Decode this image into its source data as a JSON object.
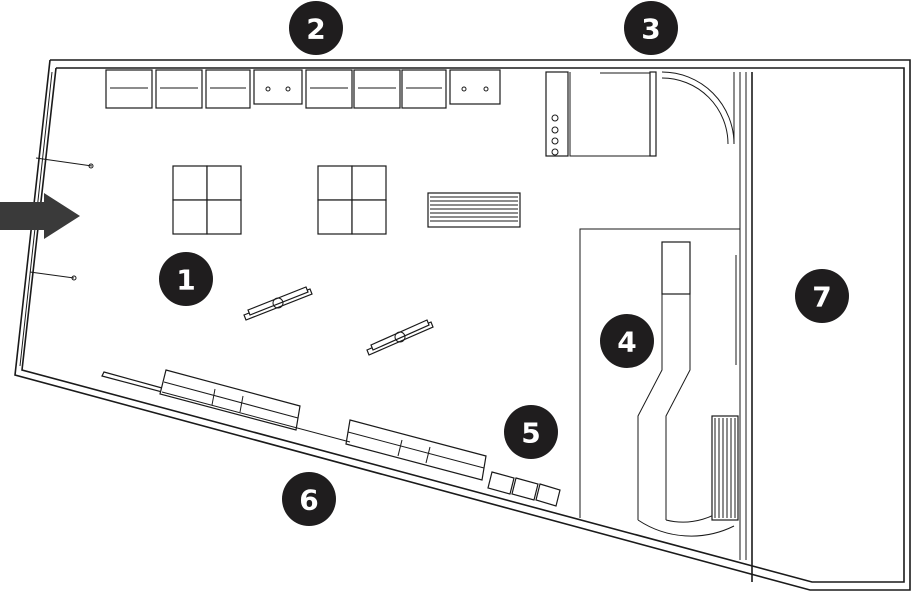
{
  "floor_plan": {
    "zone_markers": [
      {
        "id": "marker-1",
        "label": "1"
      },
      {
        "id": "marker-2",
        "label": "2"
      },
      {
        "id": "marker-3",
        "label": "3"
      },
      {
        "id": "marker-4",
        "label": "4"
      },
      {
        "id": "marker-5",
        "label": "5"
      },
      {
        "id": "marker-6",
        "label": "6"
      },
      {
        "id": "marker-7",
        "label": "7"
      }
    ],
    "entrance_arrow": "right-arrow-icon"
  }
}
